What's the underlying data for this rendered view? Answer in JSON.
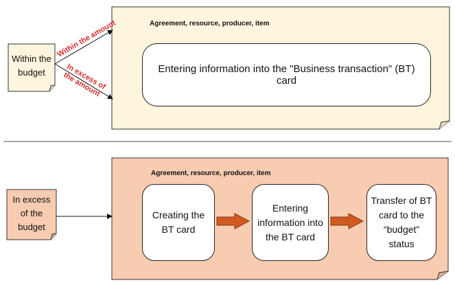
{
  "top": {
    "source_note": "Within the budget",
    "panel_label": "Agreement, resource, producer, item",
    "branch_within": "Within the amount",
    "branch_excess": "In excess of the amount",
    "process_box": "Entering information into the \"Business transaction\" (BT) card"
  },
  "bottom": {
    "source_note": "In excess of the budget",
    "panel_label": "Agreement, resource, producer, item",
    "steps": [
      "Creating the BT card",
      "Entering information into the BT card",
      "Transfer of BT card to the “budget” status"
    ]
  },
  "colors": {
    "top_panel_fill": "#fdf5dd",
    "bottom_panel_fill": "#f7ccb1",
    "branch_label": "#d32f2f",
    "step_arrow": "#cf5a22"
  }
}
